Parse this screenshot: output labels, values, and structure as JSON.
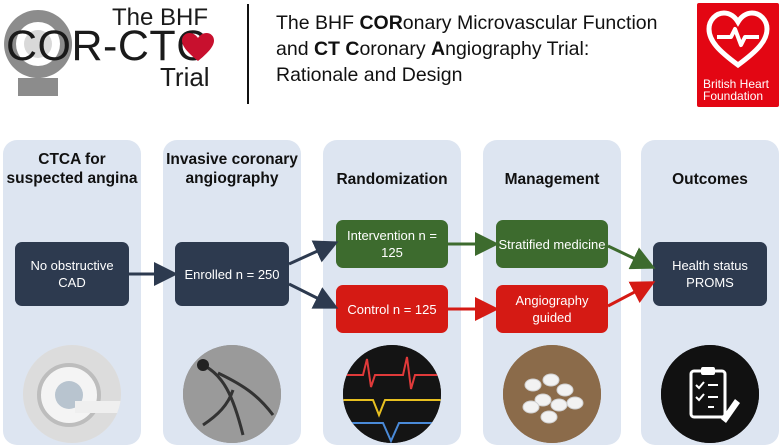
{
  "header": {
    "logo_the": "The BHF",
    "logo_main": "COR-CTC",
    "logo_trial": "Trial",
    "title_parts": [
      {
        "t": "The BHF ",
        "b": false
      },
      {
        "t": "COR",
        "b": true
      },
      {
        "t": "onary Microvascular Function",
        "b": false
      },
      {
        "t": "\n",
        "b": false
      },
      {
        "t": "and ",
        "b": false
      },
      {
        "t": "CT C",
        "b": true
      },
      {
        "t": "oronary ",
        "b": false
      },
      {
        "t": "A",
        "b": true
      },
      {
        "t": "ngiography Trial:",
        "b": false
      },
      {
        "t": "\n",
        "b": false
      },
      {
        "t": "Rationale and Design",
        "b": false
      }
    ],
    "bhf_logo_line1": "British Heart",
    "bhf_logo_line2": "Foundation"
  },
  "columns": [
    {
      "heading": "CTCA for suspected angina",
      "box": "No obstructive CAD"
    },
    {
      "heading": "Invasive coronary angiography",
      "box": "Enrolled n = 250"
    },
    {
      "heading": "Randomization",
      "box_top": "Intervention n = 125",
      "box_bottom": "Control n = 125"
    },
    {
      "heading": "Management",
      "box_top": "Stratified medicine",
      "box_bottom": "Angiography guided"
    },
    {
      "heading": "Outcomes",
      "box": "Health status PROMS"
    }
  ],
  "colors": {
    "column_bg": "#dde5f1",
    "dark_box": "#2d3a4f",
    "intervention": "#3d6b2e",
    "control": "#d51a14",
    "bhf_red": "#e30613"
  },
  "icons": [
    "ct-scanner-icon",
    "heart-icon",
    "bhf-heart-icon",
    "ct-scanner-photo",
    "angiogram-photo",
    "ecg-traces-photo",
    "pills-photo",
    "clipboard-checklist-icon"
  ]
}
